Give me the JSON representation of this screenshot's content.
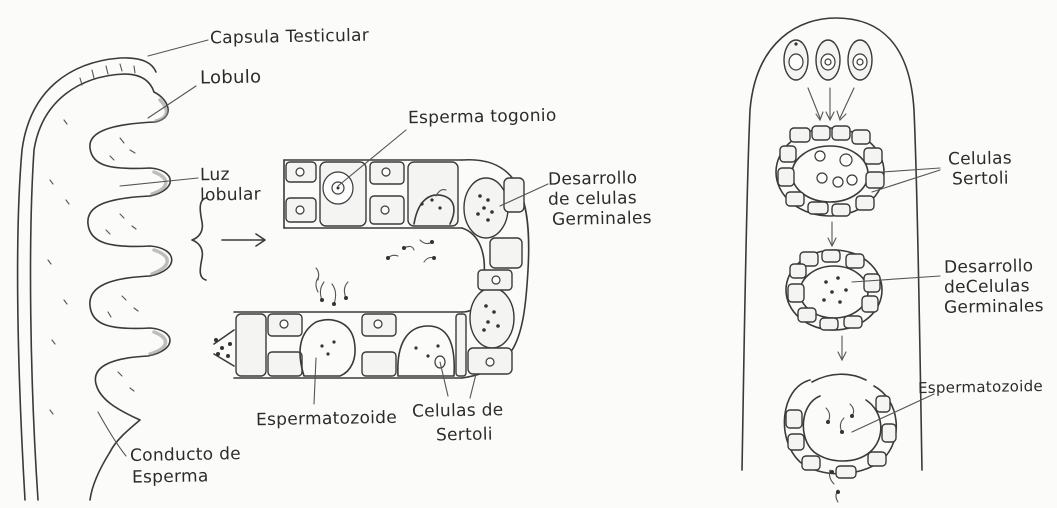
{
  "labels": {
    "capsula": "Capsula Testicular",
    "lobulo": "Lobulo",
    "luz_line1": "Luz",
    "luz_line2": "lobular",
    "espermatogonio": "Esperma togonio",
    "desarrollo_center_1": "Desarrollo",
    "desarrollo_center_2": "de celulas",
    "desarrollo_center_3": "Germinales",
    "espermatozoide_center": "Espermatozoide",
    "celulas_sertoli_center_1": "Celulas de",
    "celulas_sertoli_center_2": "Sertoli",
    "conducto_1": "Conducto de",
    "conducto_2": "Esperma",
    "celulas_right_1": "Celulas",
    "celulas_right_2": "Sertoli",
    "desarrollo_right_1": "Desarrollo",
    "desarrollo_right_2": "deCelulas",
    "desarrollo_right_3": "Germinales",
    "espermatozoide_right": "Espermatozoide"
  },
  "colors": {
    "ink": "#3a3a3a",
    "paper": "#fbfbf9",
    "shade": "#8a8a8a"
  }
}
